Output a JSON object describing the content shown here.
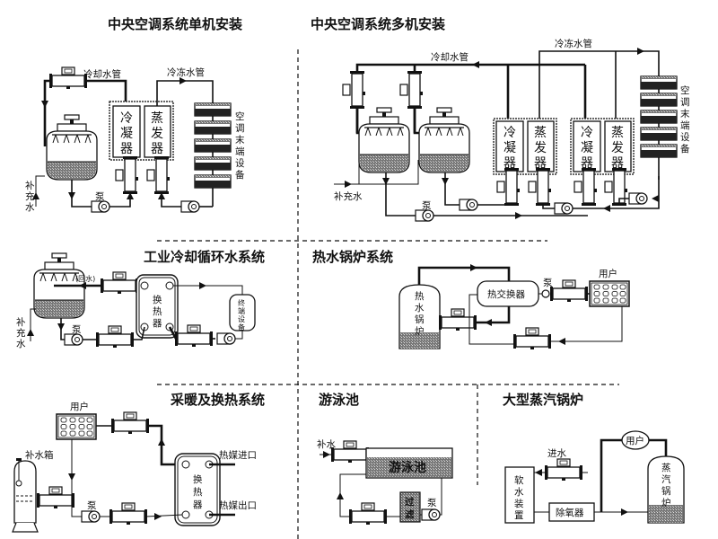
{
  "panels": {
    "single_ac": {
      "title": "中央空调系统单机安装",
      "cooling_pipe": "冷却水管",
      "chilled_pipe": "冷冻水管",
      "condenser": [
        "冷",
        "凝",
        "器"
      ],
      "evaporator": [
        "蒸",
        "发",
        "器"
      ],
      "terminal": [
        "空",
        "调",
        "末",
        "端",
        "设",
        "备"
      ],
      "makeup_water": [
        "补",
        "充",
        "水"
      ],
      "pump": "泵"
    },
    "multi_ac": {
      "title": "中央空调系统多机安装",
      "cooling_pipe": "冷却水管",
      "chilled_pipe": "冷冻水管",
      "condenser": [
        "冷",
        "凝",
        "器"
      ],
      "evaporator": [
        "蒸",
        "发",
        "器"
      ],
      "terminal": [
        "空",
        "调",
        "末",
        "端",
        "设",
        "备"
      ],
      "makeup_water": "补充水",
      "pump": "泵"
    },
    "industrial": {
      "title": "工业冷却循环水系统",
      "return_water": "(回水)",
      "exchanger": [
        "换",
        "热",
        "器"
      ],
      "terminal": [
        "终",
        "端",
        "设",
        "备"
      ],
      "makeup_water": [
        "补",
        "充",
        "水"
      ],
      "pump": "泵"
    },
    "hot_water_boiler": {
      "title": "热水锅炉系统",
      "boiler": [
        "热",
        "水",
        "锅",
        "炉"
      ],
      "exchanger": "热交换器",
      "pump": "泵",
      "user": "用户"
    },
    "heating": {
      "title": "采暖及换热系统",
      "user": "用户",
      "tank": "补水箱",
      "pump": "泵",
      "exchanger": [
        "换",
        "热",
        "器"
      ],
      "inlet": "热媒进口",
      "outlet": "热媒出口"
    },
    "pool": {
      "title": "游泳池",
      "makeup": "补水",
      "pool": "游泳池",
      "filter": [
        "过",
        "滤"
      ],
      "pump": "泵"
    },
    "steam_boiler": {
      "title": "大型蒸汽锅炉",
      "inlet": "进水",
      "softener": [
        "软",
        "水",
        "装",
        "置"
      ],
      "deaerator": "除氧器",
      "user": "用户",
      "boiler": [
        "蒸",
        "汽",
        "锅",
        "炉"
      ]
    }
  }
}
